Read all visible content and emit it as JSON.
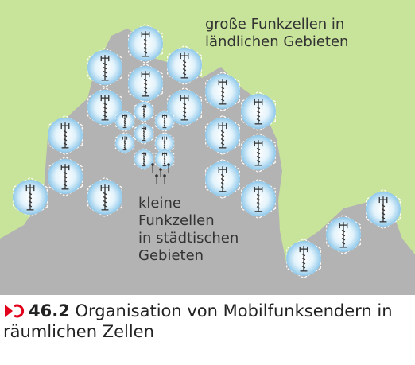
{
  "figure": {
    "label_rural": [
      "große Funkzellen in",
      "ländlichen Gebieten"
    ],
    "label_urban": [
      "kleine",
      "Funkzellen",
      "in städtischen",
      "Gebieten"
    ]
  },
  "caption": {
    "number": "46.2",
    "text_line1": "Organisation von Mobilfunksendern in",
    "text_line2": "räumlichen Zellen"
  },
  "colors": {
    "sky": "#c8e39a",
    "terrain": "#b3b3b3",
    "cell_fill": "#dff1fa",
    "cell_glow": "#8fc8ea",
    "accent": "#e2001a"
  },
  "icons": [
    "cell-tower-icon",
    "caption-marker-icon"
  ]
}
